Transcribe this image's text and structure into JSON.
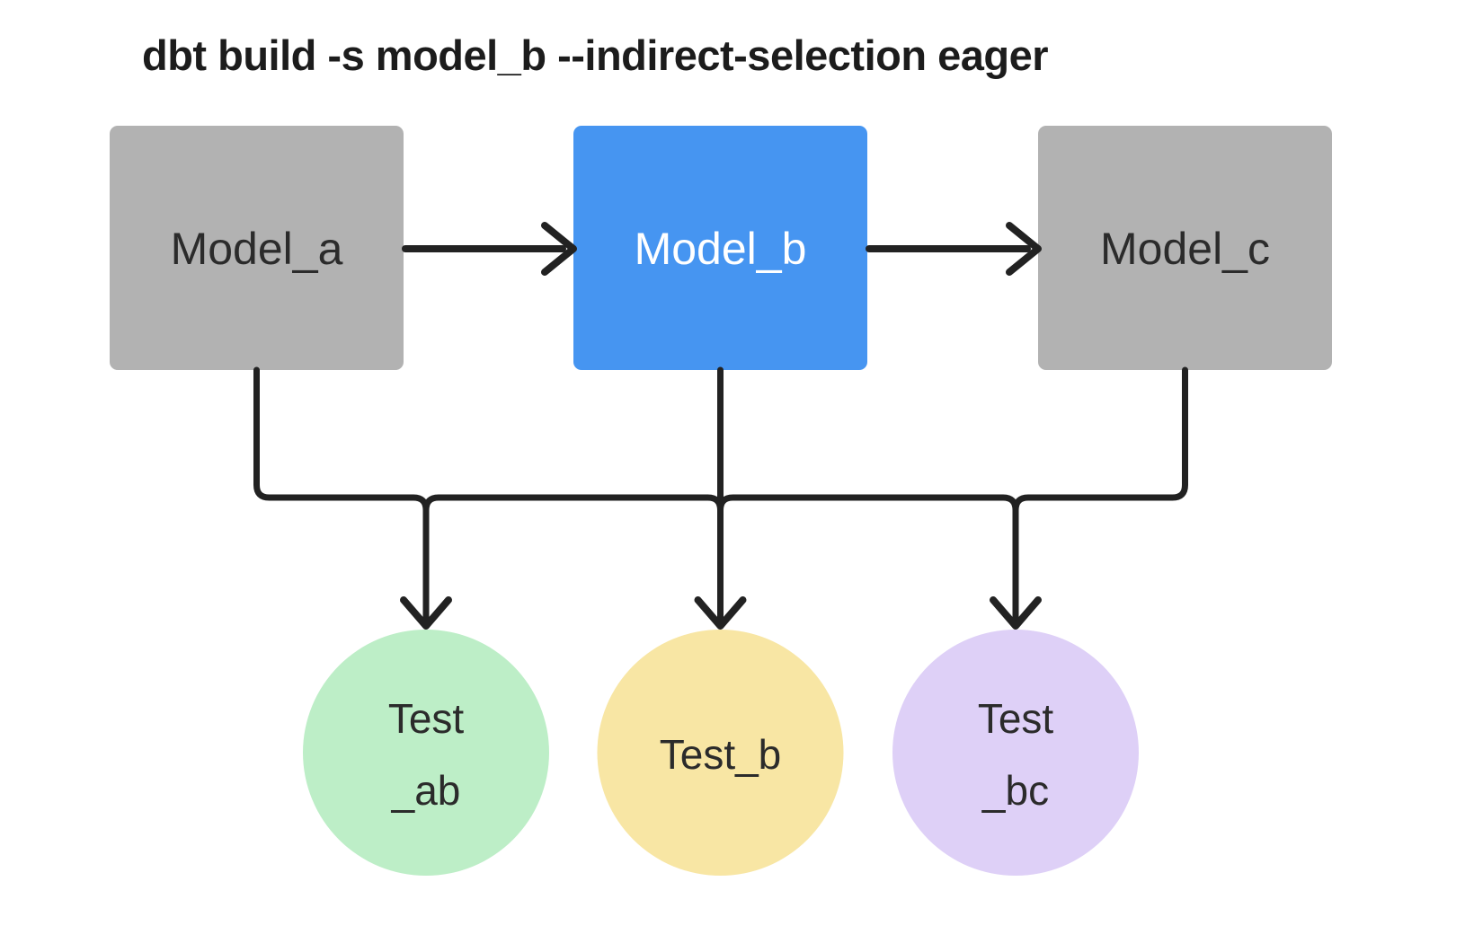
{
  "title": "dbt build -s model_b --indirect-selection eager",
  "colors": {
    "background": "#ffffff",
    "line": "#222222",
    "title_text": "#1c1c1c",
    "node_text_dark": "#2b2b2b",
    "node_text_light": "#ffffff",
    "node_gray": "#b2b2b2",
    "node_blue": "#4695f1",
    "test_green": "#bdeec7",
    "test_yellow": "#f8e6a4",
    "test_purple": "#ded0f7"
  },
  "nodes": {
    "model_a": {
      "label": "Model_a",
      "color": "#b2b2b2"
    },
    "model_b": {
      "label": "Model_b",
      "color": "#4695f1"
    },
    "model_c": {
      "label": "Model_c",
      "color": "#b2b2b2"
    }
  },
  "tests": {
    "test_ab": {
      "label_line1": "Test",
      "label_line2": "_ab",
      "color": "#bdeec7"
    },
    "test_b": {
      "label": "Test_b",
      "color": "#f8e6a4"
    },
    "test_bc": {
      "label_line1": "Test",
      "label_line2": "_bc",
      "color": "#ded0f7"
    }
  },
  "edges": [
    {
      "from": "Model_a",
      "to": "Model_b"
    },
    {
      "from": "Model_b",
      "to": "Model_c"
    },
    {
      "from": "Model_a",
      "to": "Test_ab"
    },
    {
      "from": "Model_b",
      "to": "Test_ab"
    },
    {
      "from": "Model_b",
      "to": "Test_b"
    },
    {
      "from": "Model_b",
      "to": "Test_bc"
    },
    {
      "from": "Model_c",
      "to": "Test_bc"
    }
  ]
}
